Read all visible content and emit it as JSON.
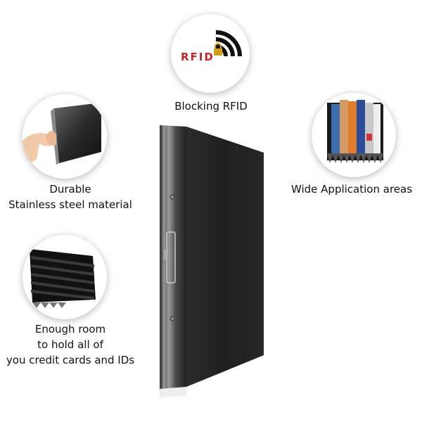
{
  "features": {
    "rfid": {
      "badge_text": "RFID",
      "caption": "Blocking RFID",
      "icon": "rfid-wireless-lock-icon"
    },
    "durable": {
      "caption_lines": [
        "Durable",
        "Stainless steel material"
      ],
      "icon": "hand-holding-case-photo"
    },
    "application": {
      "caption": "Wide Application areas",
      "icon": "open-case-with-cards-photo"
    },
    "room": {
      "caption_lines": [
        "Enough room",
        "to hold all of",
        "you credit cards and IDs"
      ],
      "icon": "open-case-slots-photo"
    }
  },
  "colors": {
    "rfid_red": "#c0272d",
    "case_dark": "#1e1e1e",
    "case_edge": "#5a5a5a",
    "accent_gold": "#d4a017"
  }
}
